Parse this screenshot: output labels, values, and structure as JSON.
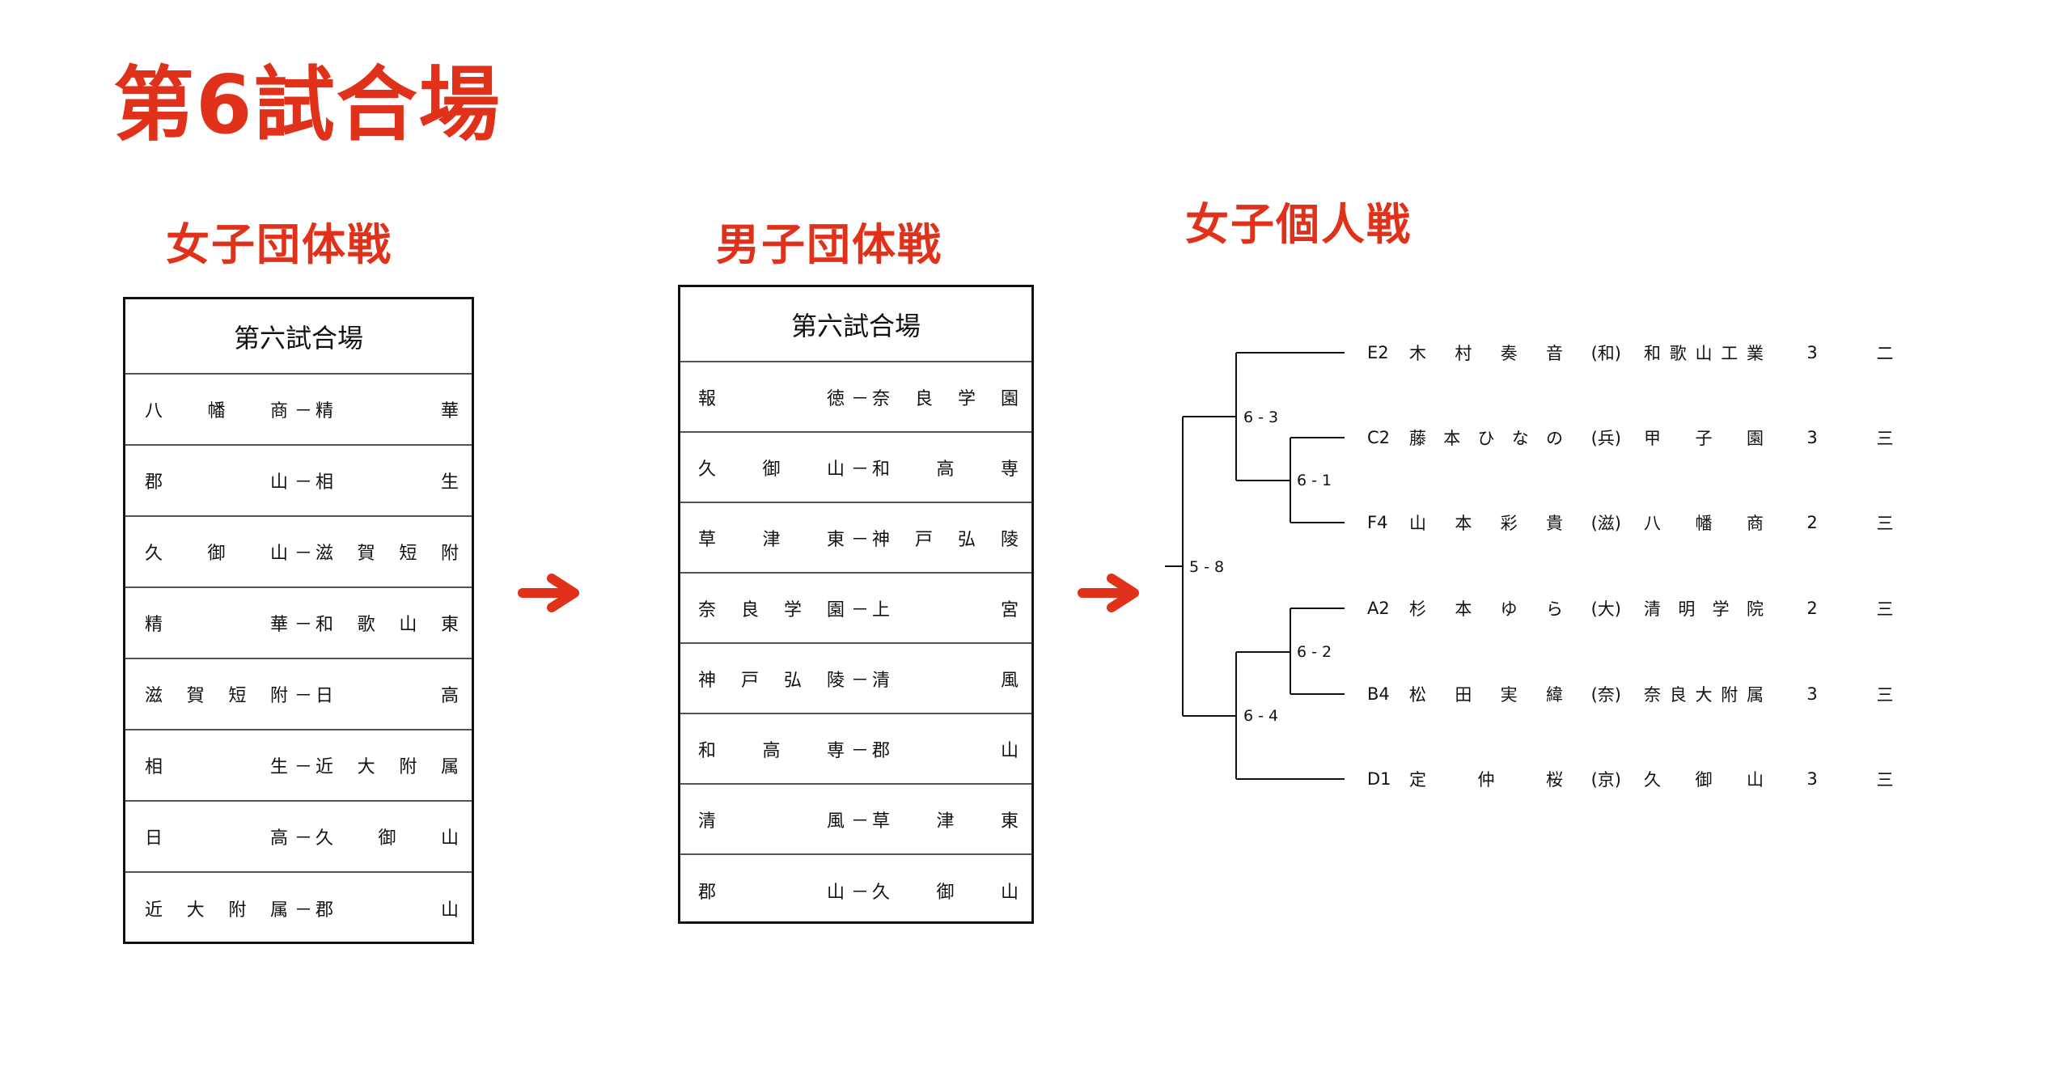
{
  "title": "第6試合場",
  "women_team": {
    "heading": "女子団体戦",
    "table_header": "第六試合場",
    "matches": [
      {
        "left": "八幡商",
        "dash": "－",
        "right": "精華"
      },
      {
        "left": "郡山",
        "dash": "－",
        "right": "相生"
      },
      {
        "left": "久御山",
        "dash": "－",
        "right": "滋賀短附"
      },
      {
        "left": "精華",
        "dash": "－",
        "right": "和歌山東"
      },
      {
        "left": "滋賀短附",
        "dash": "－",
        "right": "日高"
      },
      {
        "left": "相生",
        "dash": "－",
        "right": "近大附属"
      },
      {
        "left": "日高",
        "dash": "－",
        "right": "久御山"
      },
      {
        "left": "近大附属",
        "dash": "－",
        "right": "郡山"
      }
    ]
  },
  "men_team": {
    "heading": "男子団体戦",
    "table_header": "第六試合場",
    "matches": [
      {
        "left": "報徳",
        "dash": "－",
        "right": "奈良学園"
      },
      {
        "left": "久御山",
        "dash": "－",
        "right": "和高専"
      },
      {
        "left": "草津東",
        "dash": "－",
        "right": "神戸弘陵"
      },
      {
        "left": "奈良学園",
        "dash": "－",
        "right": "上宮"
      },
      {
        "left": "神戸弘陵",
        "dash": "－",
        "right": "清風"
      },
      {
        "left": "和高専",
        "dash": "－",
        "right": "郡山"
      },
      {
        "left": "清風",
        "dash": "－",
        "right": "草津東"
      },
      {
        "left": "郡山",
        "dash": "－",
        "right": "久御山"
      }
    ]
  },
  "women_individual": {
    "heading": "女子個人戦",
    "match_labels": {
      "final": "5 - 8",
      "upper_semi": "6 - 3",
      "upper_quarter": "6 - 1",
      "lower_semi": "6 - 4",
      "lower_quarter": "6 - 2"
    },
    "players": [
      {
        "seed": "E2",
        "name": "木村奏音",
        "pref": "(和)",
        "school": "和歌山工業",
        "grade": "3",
        "rank": "二"
      },
      {
        "seed": "C2",
        "name": "藤本ひなの",
        "pref": "(兵)",
        "school": "甲子園",
        "grade": "3",
        "rank": "三"
      },
      {
        "seed": "F4",
        "name": "山本彩貴",
        "pref": "(滋)",
        "school": "八幡商",
        "grade": "2",
        "rank": "三"
      },
      {
        "seed": "A2",
        "name": "杉本ゆら",
        "pref": "(大)",
        "school": "清明学院",
        "grade": "2",
        "rank": "三"
      },
      {
        "seed": "B4",
        "name": "松田実緯",
        "pref": "(奈)",
        "school": "奈良大附属",
        "grade": "3",
        "rank": "三"
      },
      {
        "seed": "D1",
        "name": "定仲桜",
        "pref": "(京)",
        "school": "久御山",
        "grade": "3",
        "rank": "三"
      }
    ]
  },
  "colors": {
    "accent": "#e0311a",
    "line": "#111111"
  }
}
